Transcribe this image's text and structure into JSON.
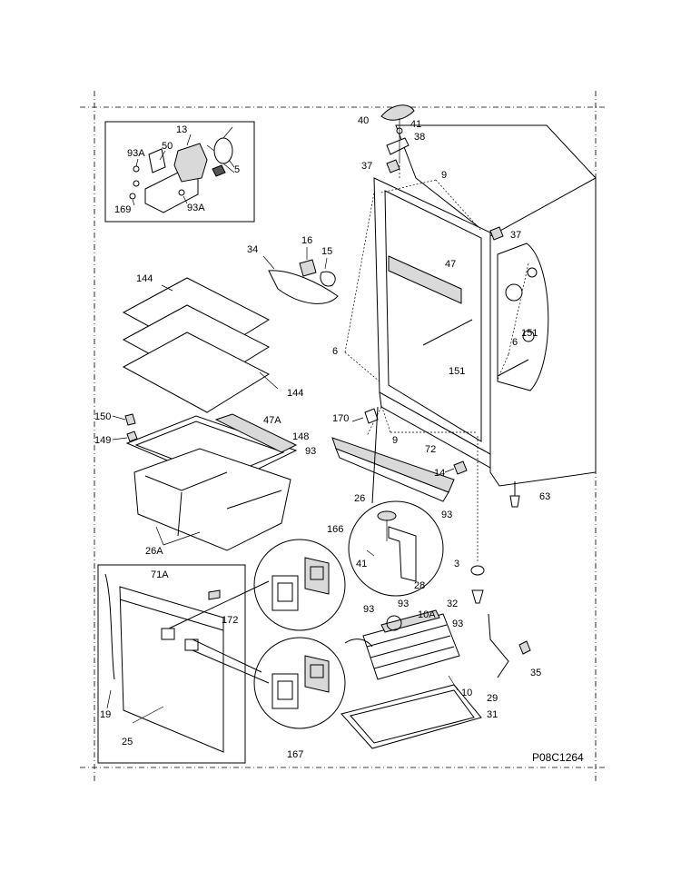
{
  "diagram_code": "P08C1264",
  "callouts": [
    {
      "id": "c13",
      "text": "13"
    },
    {
      "id": "c50",
      "text": "50"
    },
    {
      "id": "c93a_1",
      "text": "93A"
    },
    {
      "id": "c5",
      "text": "5"
    },
    {
      "id": "c169",
      "text": "169"
    },
    {
      "id": "c93a_2",
      "text": "93A"
    },
    {
      "id": "c40",
      "text": "40"
    },
    {
      "id": "c41_1",
      "text": "41"
    },
    {
      "id": "c38",
      "text": "38"
    },
    {
      "id": "c37_1",
      "text": "37"
    },
    {
      "id": "c9_1",
      "text": "9"
    },
    {
      "id": "c37_2",
      "text": "37"
    },
    {
      "id": "c34",
      "text": "34"
    },
    {
      "id": "c16",
      "text": "16"
    },
    {
      "id": "c15",
      "text": "15"
    },
    {
      "id": "c47",
      "text": "47"
    },
    {
      "id": "c144_1",
      "text": "144"
    },
    {
      "id": "c6_1",
      "text": "6"
    },
    {
      "id": "c151_1",
      "text": "151"
    },
    {
      "id": "c6_2",
      "text": "6"
    },
    {
      "id": "c151_2",
      "text": "151"
    },
    {
      "id": "c144_2",
      "text": "144"
    },
    {
      "id": "c150",
      "text": "150"
    },
    {
      "id": "c47a",
      "text": "47A"
    },
    {
      "id": "c170",
      "text": "170"
    },
    {
      "id": "c9_2",
      "text": "9"
    },
    {
      "id": "c149",
      "text": "149"
    },
    {
      "id": "c148",
      "text": "148"
    },
    {
      "id": "c93_1",
      "text": "93"
    },
    {
      "id": "c72",
      "text": "72"
    },
    {
      "id": "c14",
      "text": "14"
    },
    {
      "id": "c63",
      "text": "63"
    },
    {
      "id": "c26",
      "text": "26"
    },
    {
      "id": "c93_2",
      "text": "93"
    },
    {
      "id": "c26a",
      "text": "26A"
    },
    {
      "id": "c166",
      "text": "166"
    },
    {
      "id": "c71a",
      "text": "71A"
    },
    {
      "id": "c41_2",
      "text": "41"
    },
    {
      "id": "c28",
      "text": "28"
    },
    {
      "id": "c3",
      "text": "3"
    },
    {
      "id": "c172",
      "text": "172"
    },
    {
      "id": "c32",
      "text": "32"
    },
    {
      "id": "c93_3",
      "text": "93"
    },
    {
      "id": "c93_4",
      "text": "93"
    },
    {
      "id": "c10a",
      "text": "10A"
    },
    {
      "id": "c93_5",
      "text": "93"
    },
    {
      "id": "c35",
      "text": "35"
    },
    {
      "id": "c10",
      "text": "10"
    },
    {
      "id": "c29",
      "text": "29"
    },
    {
      "id": "c19",
      "text": "19"
    },
    {
      "id": "c31",
      "text": "31"
    },
    {
      "id": "c25",
      "text": "25"
    },
    {
      "id": "c167",
      "text": "167"
    }
  ]
}
